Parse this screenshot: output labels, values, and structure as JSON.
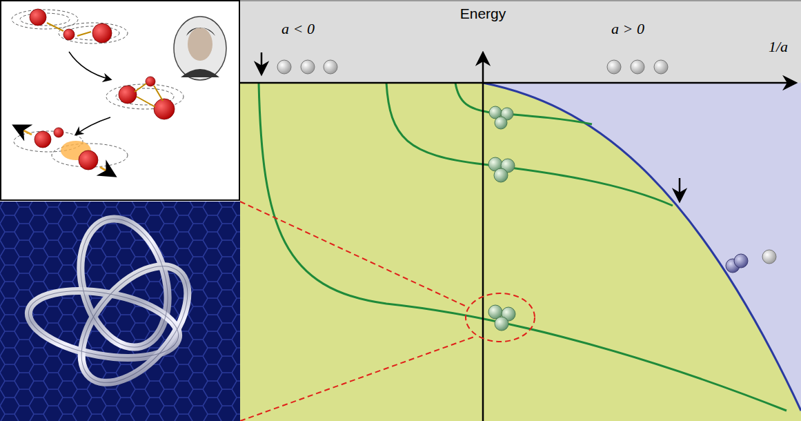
{
  "diagram": {
    "labels": [
      "a < 0",
      "Energy",
      "a > 0",
      "1/a"
    ]
  }
}
